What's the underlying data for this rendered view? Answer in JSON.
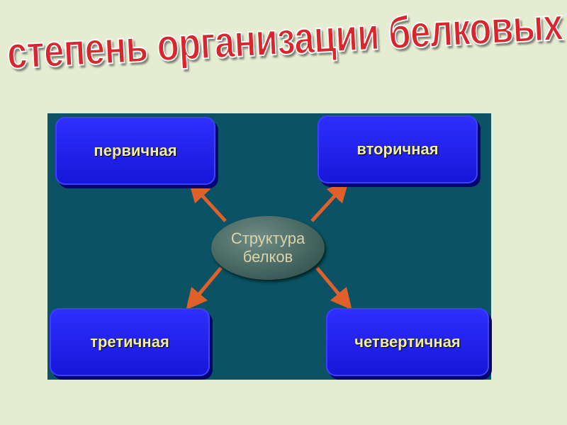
{
  "title": "степень организации белковых молекул",
  "diagram": {
    "center": {
      "line1": "Структура",
      "line2": "белков"
    },
    "nodes": {
      "primary": "первичная",
      "secondary": "вторичная",
      "tertiary": "третичная",
      "quaternary": "четвертичная"
    },
    "colors": {
      "panel": "#0b5364",
      "box": "#2020f0",
      "arrow": "#e0602a",
      "box_text": "#f2ef9a",
      "title": "#d8262c"
    }
  }
}
